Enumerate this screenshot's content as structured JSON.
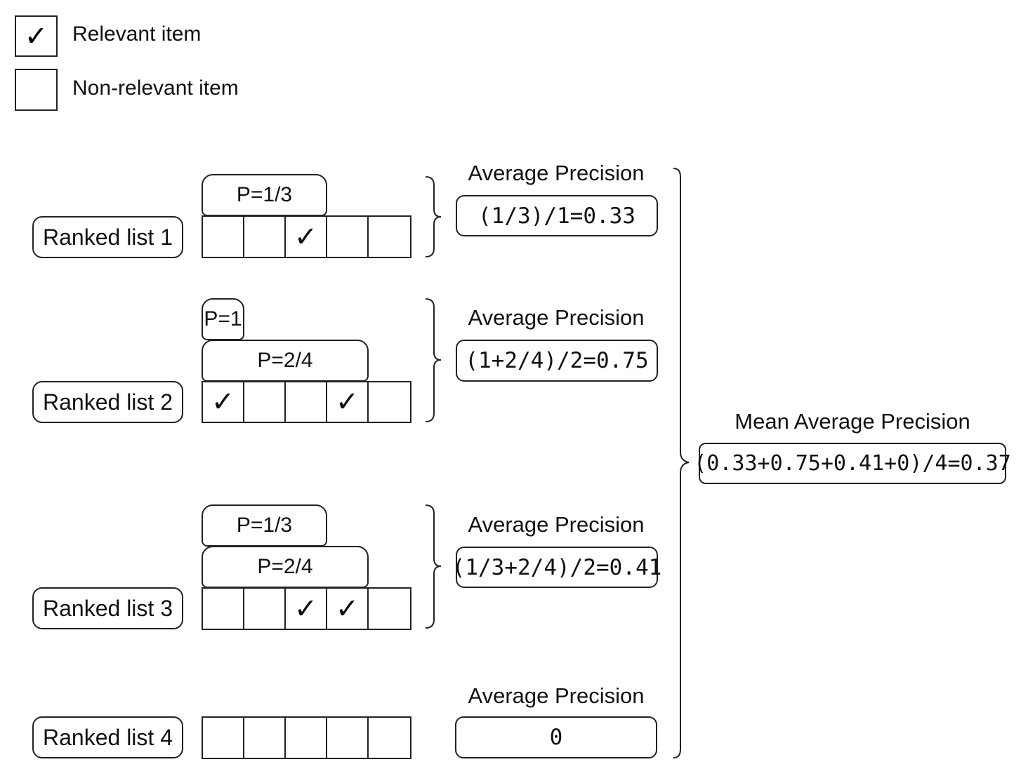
{
  "legend": {
    "relevant_label": "Relevant item",
    "non_relevant_label": "Non-relevant item",
    "check_glyph": "✓"
  },
  "lists": [
    {
      "label": "Ranked list 1",
      "precisions": [
        "P=1/3"
      ],
      "relevant": [
        false,
        false,
        true,
        false,
        false
      ],
      "ap_title": "Average Precision",
      "ap_formula": "(1/3)/1=0.33"
    },
    {
      "label": "Ranked list 2",
      "precisions": [
        "P=1",
        "P=2/4"
      ],
      "relevant": [
        true,
        false,
        false,
        true,
        false
      ],
      "ap_title": "Average Precision",
      "ap_formula": "(1+2/4)/2=0.75"
    },
    {
      "label": "Ranked list 3",
      "precisions": [
        "P=1/3",
        "P=2/4"
      ],
      "relevant": [
        false,
        false,
        true,
        true,
        false
      ],
      "ap_title": "Average Precision",
      "ap_formula": "(1/3+2/4)/2=0.41"
    },
    {
      "label": "Ranked list 4",
      "precisions": [],
      "relevant": [
        false,
        false,
        false,
        false,
        false
      ],
      "ap_title": "Average Precision",
      "ap_formula": "0"
    }
  ],
  "map": {
    "title": "Mean Average Precision",
    "formula": "(0.33+0.75+0.41+0)/4=0.37"
  },
  "colors": {
    "stroke": "#222222",
    "background": "#ffffff"
  }
}
